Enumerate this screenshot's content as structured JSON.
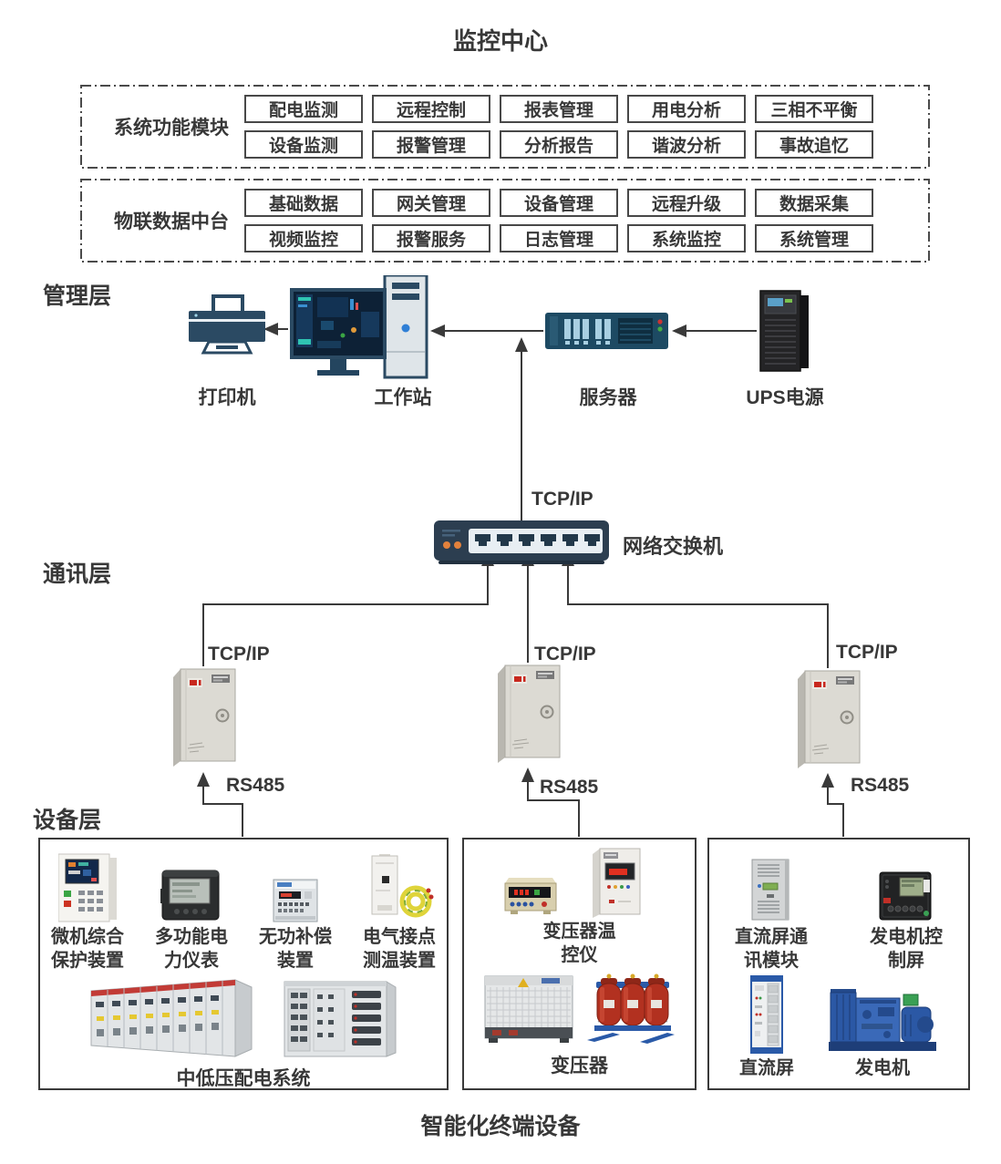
{
  "title": "监控中心",
  "bottom_title": "智能化终端设备",
  "module_groups": [
    {
      "label": "系统功能模块",
      "rows": [
        [
          "配电监测",
          "远程控制",
          "报表管理",
          "用电分析",
          "三相不平衡"
        ],
        [
          "设备监测",
          "报警管理",
          "分析报告",
          "谐波分析",
          "事故追忆"
        ]
      ]
    },
    {
      "label": "物联数据中台",
      "rows": [
        [
          "基础数据",
          "网关管理",
          "设备管理",
          "远程升级",
          "数据采集"
        ],
        [
          "视频监控",
          "报警服务",
          "日志管理",
          "系统监控",
          "系统管理"
        ]
      ]
    }
  ],
  "layer_labels": {
    "management": "管理层",
    "communication": "通讯层",
    "device": "设备层"
  },
  "management_devices": {
    "printer": "打印机",
    "workstation": "工作站",
    "server": "服务器",
    "ups": "UPS电源"
  },
  "network": {
    "switch_label": "网络交换机",
    "tcpip_server": "TCP/IP",
    "tcpip_left": "TCP/IP",
    "tcpip_middle": "TCP/IP",
    "tcpip_right": "TCP/IP",
    "rs485_left": "RS485",
    "rs485_middle": "RS485",
    "rs485_right": "RS485"
  },
  "device_groups": {
    "left": {
      "item1": "微机综合\n保护装置",
      "item2": "多功能电\n力仪表",
      "item3": "无功补偿\n装置",
      "item4": "电气接点\n测温装置",
      "bottom": "中低压配电系统"
    },
    "middle": {
      "item1": "变压器温\n控仪",
      "bottom": "变压器"
    },
    "right": {
      "item1": "直流屏通\n讯模块",
      "item2": "发电机控\n制屏",
      "bottom1": "直流屏",
      "bottom2": "发电机"
    }
  },
  "colors": {
    "line": "#3a3a3a",
    "button_border": "#484848",
    "device_blue": "#2b4a63",
    "led_orange": "#e2813c",
    "cabinet_red": "#c8281e"
  }
}
